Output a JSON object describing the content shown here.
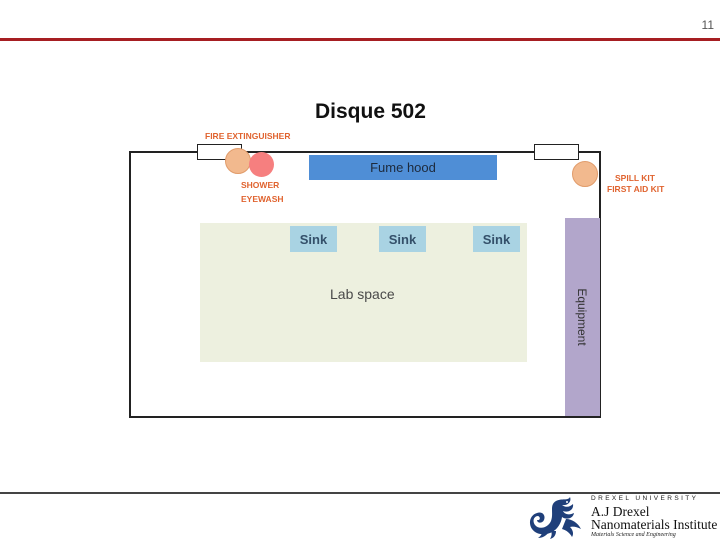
{
  "page": {
    "number": "11"
  },
  "diagram": {
    "title": "Disque 502",
    "fume_hood": "Fume hood",
    "sinks": [
      "Sink",
      "Sink",
      "Sink"
    ],
    "lab_space": "Lab space",
    "equipment": "Equipment",
    "safety": {
      "fire_extinguisher": "FIRE EXTINGUISHER",
      "shower": "SHOWER",
      "eyewash": "EYEWASH",
      "spill_kit": "SPILL KIT",
      "first_aid_kit": "FIRST AID KIT"
    },
    "colors": {
      "fume_hood": "#4f8ed6",
      "sink": "#a9d3e3",
      "lab_space": "#edf0df",
      "equipment": "#b2a6cb",
      "extinguisher_marker": "#f2b98e",
      "shower_marker": "#f67f7f",
      "safety_text": "#e0632f"
    }
  },
  "footer": {
    "university": "DREXEL UNIVERSITY",
    "institute_line_1": "A.J Drexel",
    "institute_line_2": "Nanomaterials Institute",
    "department": "Materials Science and Engineering",
    "logo_icon": "dragon-icon",
    "accent_color": "#a61e22"
  }
}
